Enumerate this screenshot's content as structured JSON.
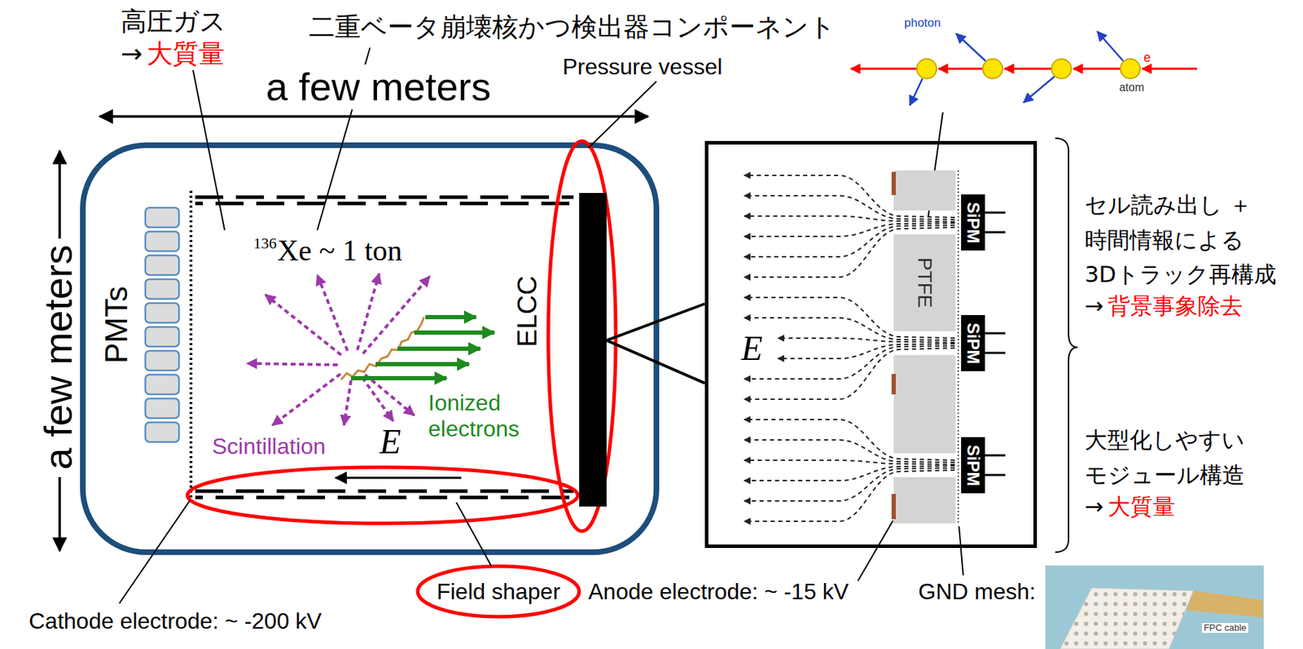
{
  "diagram": {
    "nodes": [
      {
        "text": [
          "ELCC"
        ]
      },
      {
        "text": [
          "E"
        ]
      },
      {
        "text": [
          "SiPM"
        ],
        "in": 1
      },
      {
        "text": [
          "PTFE"
        ],
        "in": 1
      },
      {
        "text": [
          "SiPM"
        ],
        "in": 1
      },
      {
        "text": [
          "SiPM"
        ],
        "in": 1
      }
    ],
    "edges": [
      {
        "from": 0,
        "to": 1,
        "arrow": "none"
      }
    ],
    "labels": [
      "高圧ガス",
      "→",
      "大質量",
      "二重ベータ崩壊核かつ検出器コンポーネント",
      "photon",
      "e",
      "atom",
      "a few meters",
      "Pressure vessel",
      "a few meters",
      "PMTs",
      "136",
      "Xe ~ 1 ton",
      "E",
      "Ionized electrons",
      "Scintillation",
      "Cathode electrode: ~ -200 kV",
      "Field shaper",
      "Anode electrode: ~ -15 kV",
      "GND mesh:",
      "FPC cable",
      "セル読み出し ＋時間情報による 3Dトラック再構成",
      "→",
      "背景事象除去",
      "大型化しやすい モジュール構造",
      "→",
      "大質量"
    ]
  }
}
